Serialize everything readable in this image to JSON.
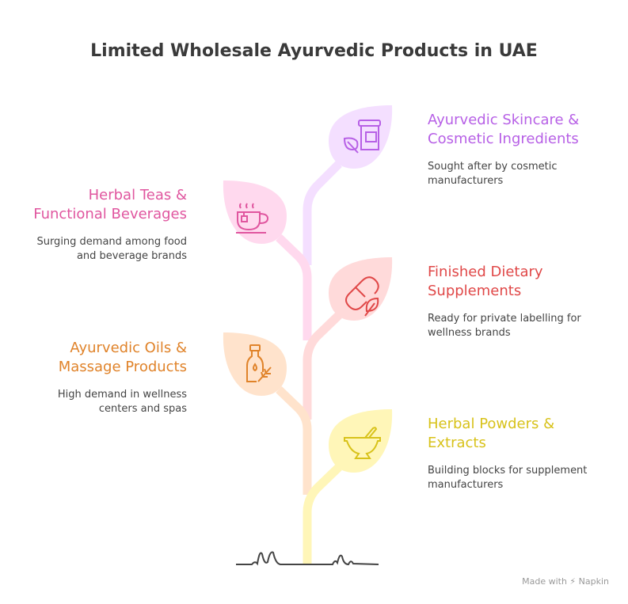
{
  "title": "Limited Wholesale Ayurvedic Products in UAE",
  "items": [
    {
      "heading1": "Ayurvedic Skincare &",
      "heading2": "Cosmetic Ingredients",
      "desc1": "Sought after by cosmetic",
      "desc2": "manufacturers",
      "color": "#b760e6",
      "leaf": "#f4dfff",
      "icon": "skincare-jar-leaf-icon"
    },
    {
      "heading1": "Herbal Teas &",
      "heading2": "Functional Beverages",
      "desc1": "Surging demand among food",
      "desc2": "and beverage brands",
      "color": "#e0569f",
      "leaf": "#ffd9ee",
      "icon": "tea-cup-icon"
    },
    {
      "heading1": "Finished Dietary",
      "heading2": "Supplements",
      "desc1": "Ready for private labelling for",
      "desc2": "wellness brands",
      "color": "#e04848",
      "leaf": "#ffdada",
      "icon": "capsule-leaf-icon"
    },
    {
      "heading1": "Ayurvedic Oils &",
      "heading2": "Massage Products",
      "desc1": "High demand in wellness",
      "desc2": "centers and spas",
      "color": "#e0832a",
      "leaf": "#ffe3cc",
      "icon": "oil-bottle-icon"
    },
    {
      "heading1": "Herbal Powders &",
      "heading2": "Extracts",
      "desc1": "Building blocks for supplement",
      "desc2": "manufacturers",
      "color": "#d8c21a",
      "leaf": "#fff6b8",
      "icon": "mortar-pestle-icon"
    }
  ],
  "credit": "Made with ⚡ Napkin"
}
